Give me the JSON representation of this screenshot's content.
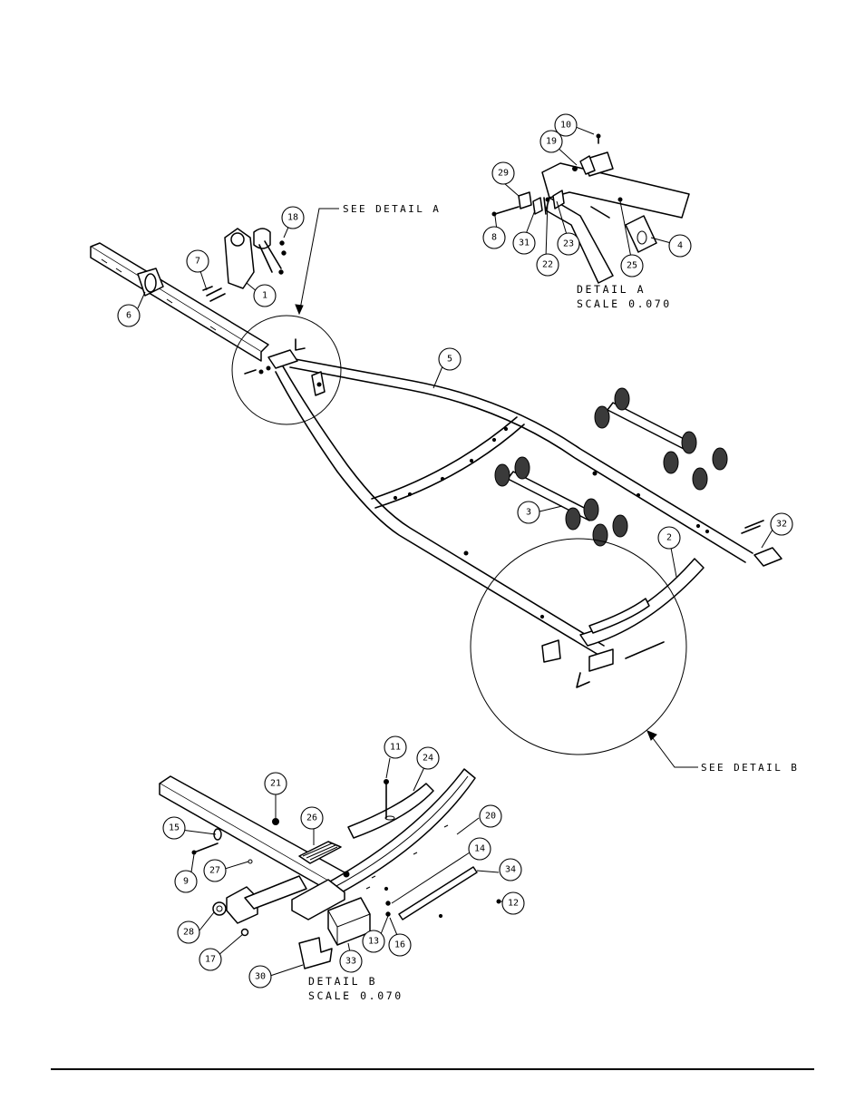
{
  "balloons": [
    {
      "id": "b10",
      "label": "10"
    },
    {
      "id": "b19",
      "label": "19"
    },
    {
      "id": "b29",
      "label": "29"
    },
    {
      "id": "b8",
      "label": "8"
    },
    {
      "id": "b31",
      "label": "31"
    },
    {
      "id": "b23",
      "label": "23"
    },
    {
      "id": "b22",
      "label": "22"
    },
    {
      "id": "b25",
      "label": "25"
    },
    {
      "id": "b4",
      "label": "4"
    },
    {
      "id": "b18",
      "label": "18"
    },
    {
      "id": "b7",
      "label": "7"
    },
    {
      "id": "b1",
      "label": "1"
    },
    {
      "id": "b6",
      "label": "6"
    },
    {
      "id": "b5",
      "label": "5"
    },
    {
      "id": "b3",
      "label": "3"
    },
    {
      "id": "b2",
      "label": "2"
    },
    {
      "id": "b32",
      "label": "32"
    },
    {
      "id": "b11",
      "label": "11"
    },
    {
      "id": "b24",
      "label": "24"
    },
    {
      "id": "b21",
      "label": "21"
    },
    {
      "id": "b26",
      "label": "26"
    },
    {
      "id": "b20",
      "label": "20"
    },
    {
      "id": "b15",
      "label": "15"
    },
    {
      "id": "b14",
      "label": "14"
    },
    {
      "id": "b34",
      "label": "34"
    },
    {
      "id": "b9",
      "label": "9"
    },
    {
      "id": "b27",
      "label": "27"
    },
    {
      "id": "b12",
      "label": "12"
    },
    {
      "id": "b28",
      "label": "28"
    },
    {
      "id": "b13",
      "label": "13"
    },
    {
      "id": "b16",
      "label": "16"
    },
    {
      "id": "b17",
      "label": "17"
    },
    {
      "id": "b33",
      "label": "33"
    },
    {
      "id": "b30",
      "label": "30"
    }
  ],
  "notes": {
    "see_detail_a": "SEE DETAIL  A",
    "see_detail_b": "SEE DETAIL  B"
  },
  "details": {
    "a_title": "DETAIL  A",
    "a_scale": "SCALE  0.070",
    "b_title": "DETAIL  B",
    "b_scale": "SCALE  0.070"
  }
}
